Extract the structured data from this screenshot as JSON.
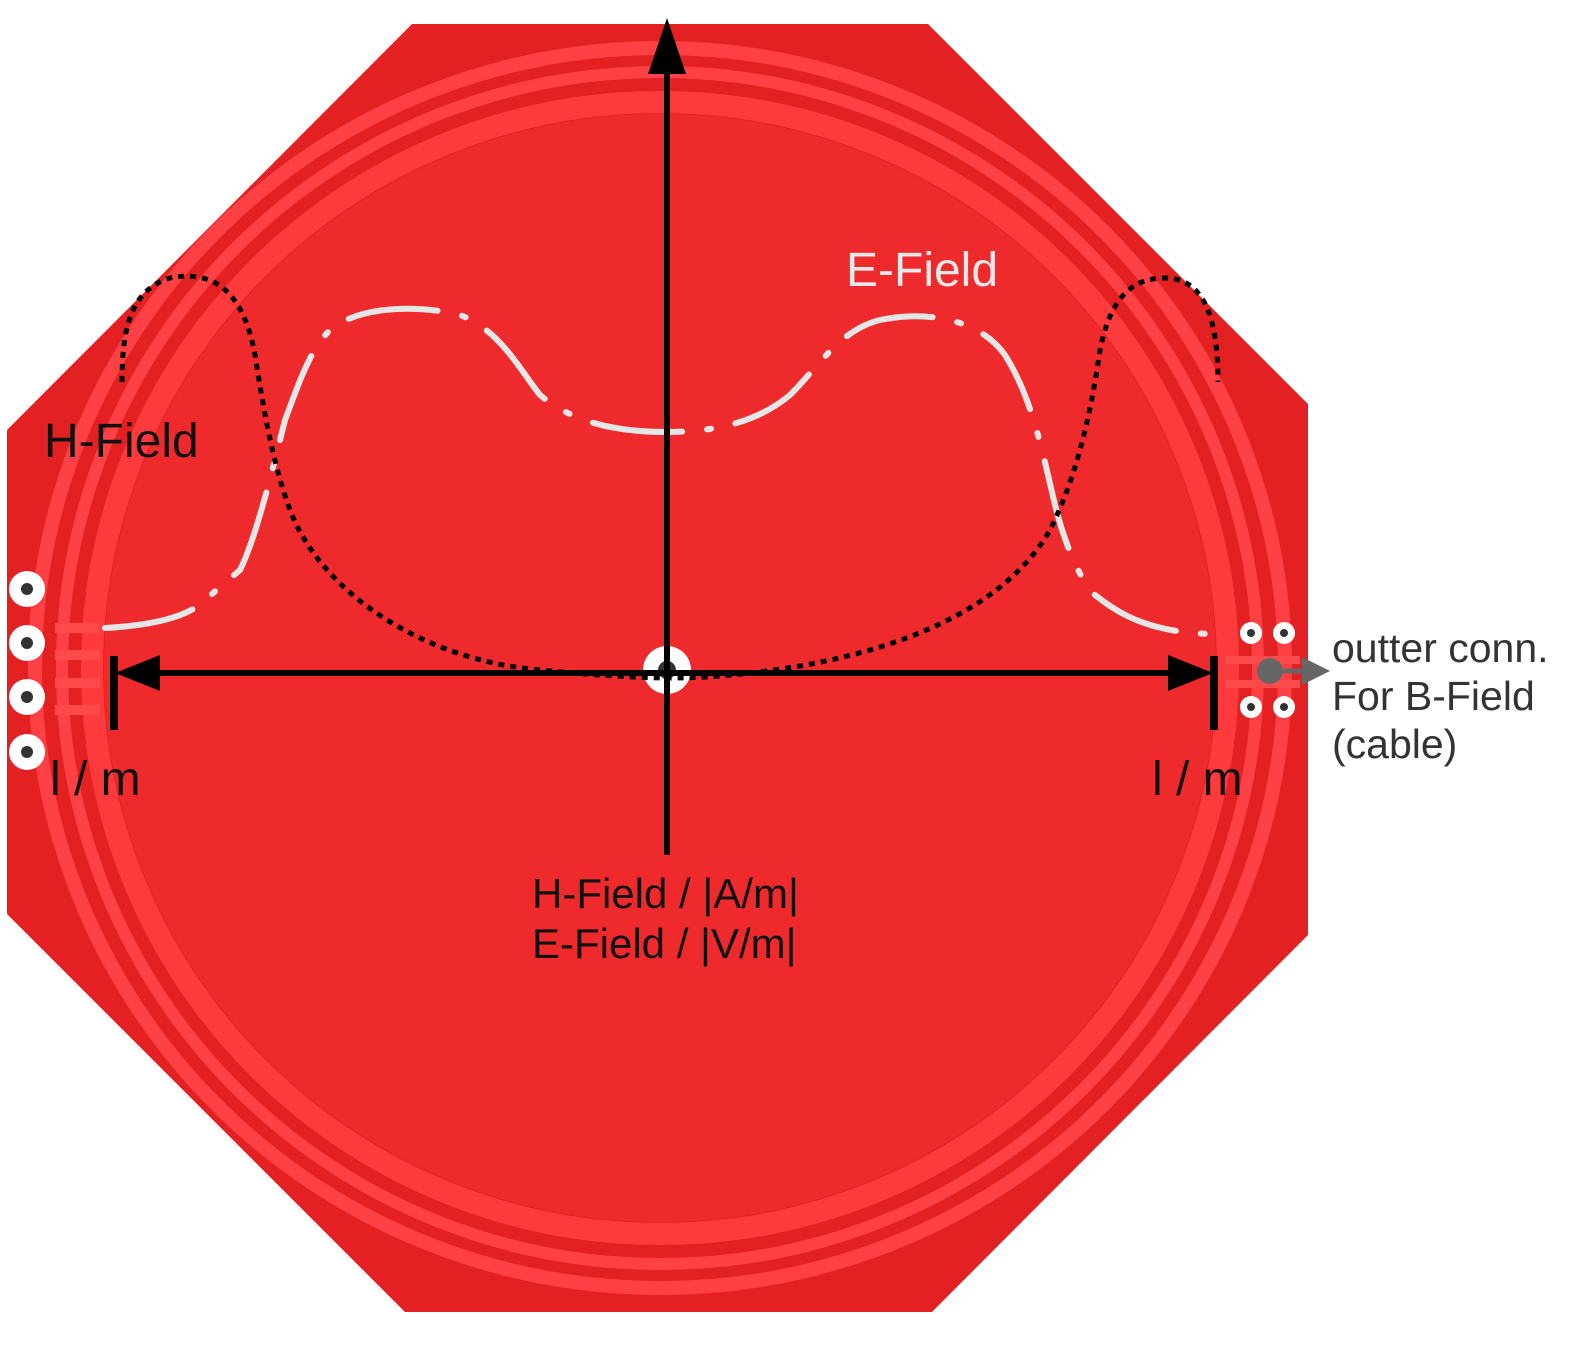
{
  "labels": {
    "h_field_curve": "H-Field",
    "e_field_curve": "E-Field",
    "distance_left": "l / m",
    "distance_right": "l / m",
    "y_axis_line1": "H-Field / |A/m|",
    "y_axis_line2": "E-Field / |V/m|",
    "connector_line1": "outter conn.",
    "connector_line2": "For B-Field",
    "connector_line3": "(cable)"
  },
  "colors": {
    "pcb_board": "#e32122",
    "pcb_inner": "#f02a2c",
    "pcb_trace": "#ff4a4c",
    "axis": "#000000",
    "h_field_curve": "#000000",
    "e_field_curve": "#e6e6e6",
    "connector_marker": "#666666"
  },
  "curves": {
    "h_field_style": "dotted",
    "e_field_style": "dash-dot"
  }
}
